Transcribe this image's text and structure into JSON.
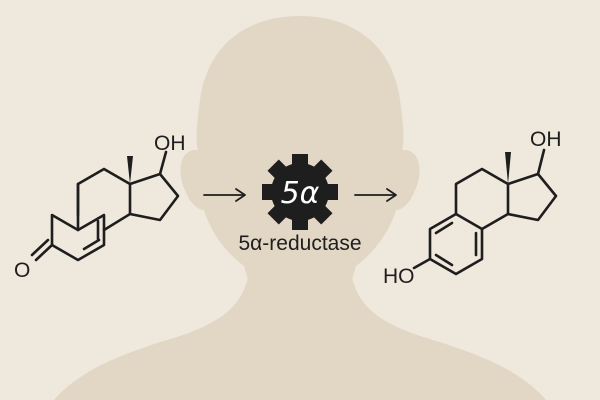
{
  "colors": {
    "background": "#efe8dc",
    "silhouette": "#e2d7c5",
    "ink": "#1e1e1e",
    "gear_text": "#ffffff"
  },
  "left_molecule": {
    "oh_label": "OH",
    "o_label": "O"
  },
  "enzyme": {
    "gear_symbol": "5α",
    "name": "5α-reductase"
  },
  "right_molecule": {
    "oh_top_label": "OH",
    "ho_label": "HO"
  },
  "icons": [
    "person-silhouette",
    "gear-icon",
    "arrow-right-icon"
  ]
}
